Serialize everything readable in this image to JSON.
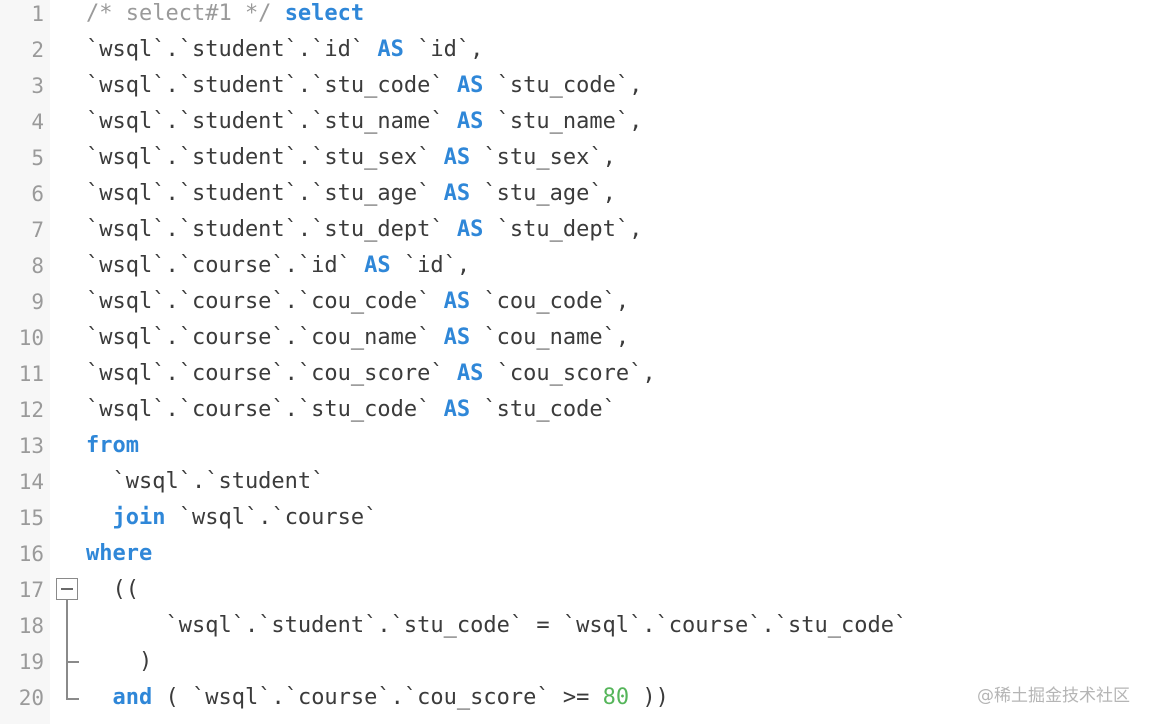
{
  "editor": {
    "lines": [
      {
        "number": "1",
        "tokens": [
          {
            "t": "comment",
            "s": "/* select#1 */"
          },
          {
            "t": "text",
            "s": " "
          },
          {
            "t": "keyword",
            "s": "select"
          }
        ]
      },
      {
        "number": "2",
        "tokens": [
          {
            "t": "text",
            "s": "`wsql`.`student`.`id` "
          },
          {
            "t": "keyword",
            "s": "AS"
          },
          {
            "t": "text",
            "s": " `id`,"
          }
        ]
      },
      {
        "number": "3",
        "tokens": [
          {
            "t": "text",
            "s": "`wsql`.`student`.`stu_code` "
          },
          {
            "t": "keyword",
            "s": "AS"
          },
          {
            "t": "text",
            "s": " `stu_code`,"
          }
        ]
      },
      {
        "number": "4",
        "tokens": [
          {
            "t": "text",
            "s": "`wsql`.`student`.`stu_name` "
          },
          {
            "t": "keyword",
            "s": "AS"
          },
          {
            "t": "text",
            "s": " `stu_name`,"
          }
        ]
      },
      {
        "number": "5",
        "tokens": [
          {
            "t": "text",
            "s": "`wsql`.`student`.`stu_sex` "
          },
          {
            "t": "keyword",
            "s": "AS"
          },
          {
            "t": "text",
            "s": " `stu_sex`,"
          }
        ]
      },
      {
        "number": "6",
        "tokens": [
          {
            "t": "text",
            "s": "`wsql`.`student`.`stu_age` "
          },
          {
            "t": "keyword",
            "s": "AS"
          },
          {
            "t": "text",
            "s": " `stu_age`,"
          }
        ]
      },
      {
        "number": "7",
        "tokens": [
          {
            "t": "text",
            "s": "`wsql`.`student`.`stu_dept` "
          },
          {
            "t": "keyword",
            "s": "AS"
          },
          {
            "t": "text",
            "s": " `stu_dept`,"
          }
        ]
      },
      {
        "number": "8",
        "tokens": [
          {
            "t": "text",
            "s": "`wsql`.`course`.`id` "
          },
          {
            "t": "keyword",
            "s": "AS"
          },
          {
            "t": "text",
            "s": " `id`,"
          }
        ]
      },
      {
        "number": "9",
        "tokens": [
          {
            "t": "text",
            "s": "`wsql`.`course`.`cou_code` "
          },
          {
            "t": "keyword",
            "s": "AS"
          },
          {
            "t": "text",
            "s": " `cou_code`,"
          }
        ]
      },
      {
        "number": "10",
        "tokens": [
          {
            "t": "text",
            "s": "`wsql`.`course`.`cou_name` "
          },
          {
            "t": "keyword",
            "s": "AS"
          },
          {
            "t": "text",
            "s": " `cou_name`,"
          }
        ]
      },
      {
        "number": "11",
        "tokens": [
          {
            "t": "text",
            "s": "`wsql`.`course`.`cou_score` "
          },
          {
            "t": "keyword",
            "s": "AS"
          },
          {
            "t": "text",
            "s": " `cou_score`,"
          }
        ]
      },
      {
        "number": "12",
        "tokens": [
          {
            "t": "text",
            "s": "`wsql`.`course`.`stu_code` "
          },
          {
            "t": "keyword",
            "s": "AS"
          },
          {
            "t": "text",
            "s": " `stu_code`"
          }
        ]
      },
      {
        "number": "13",
        "tokens": [
          {
            "t": "keyword",
            "s": "from"
          }
        ]
      },
      {
        "number": "14",
        "tokens": [
          {
            "t": "text",
            "s": "  `wsql`.`student`"
          }
        ]
      },
      {
        "number": "15",
        "tokens": [
          {
            "t": "text",
            "s": "  "
          },
          {
            "t": "keyword",
            "s": "join"
          },
          {
            "t": "text",
            "s": " `wsql`.`course`"
          }
        ]
      },
      {
        "number": "16",
        "tokens": [
          {
            "t": "keyword",
            "s": "where"
          }
        ]
      },
      {
        "number": "17",
        "tokens": [
          {
            "t": "text",
            "s": "  (("
          }
        ]
      },
      {
        "number": "18",
        "tokens": [
          {
            "t": "text",
            "s": "      `wsql`.`student`.`stu_code` = `wsql`.`course`.`stu_code`"
          }
        ]
      },
      {
        "number": "19",
        "tokens": [
          {
            "t": "text",
            "s": "    )"
          }
        ]
      },
      {
        "number": "20",
        "tokens": [
          {
            "t": "text",
            "s": "  "
          },
          {
            "t": "keyword",
            "s": "and"
          },
          {
            "t": "text",
            "s": " ( `wsql`.`course`.`cou_score` >= "
          },
          {
            "t": "number",
            "s": "80"
          },
          {
            "t": "text",
            "s": " ))"
          }
        ]
      }
    ]
  },
  "watermark": "@稀土掘金技术社区",
  "colors": {
    "keyword": "#2f87d8",
    "comment": "#9a9a9a",
    "number": "#55b55a",
    "text": "#3b3b3b",
    "gutter_bg": "#f7f7f7"
  }
}
